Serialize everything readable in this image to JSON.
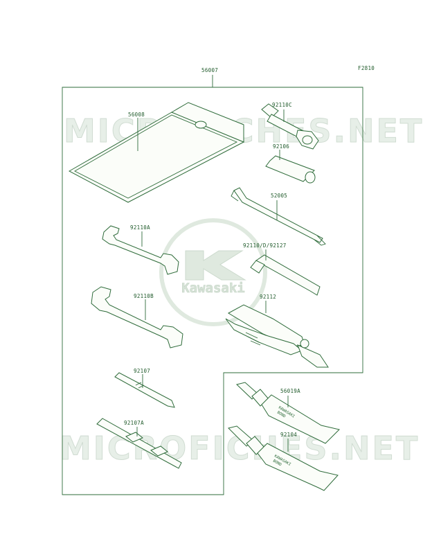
{
  "figure_code": "F2810",
  "assembly_label": "56007",
  "watermark_text": "MICROFICHES.NET",
  "logo_text": "Kawasaki",
  "tube_text_line1": "KAWASAKI",
  "tube_text_line2": "BOND",
  "parts": [
    {
      "number": "56008",
      "name": "tool-bag"
    },
    {
      "number": "92110C",
      "name": "box-wrench"
    },
    {
      "number": "92106",
      "name": "spark-plug-socket"
    },
    {
      "number": "52005",
      "name": "handle-bar"
    },
    {
      "number": "92110A",
      "name": "open-end-wrench-a"
    },
    {
      "number": "92110/D/92127",
      "name": "hex-wrench"
    },
    {
      "number": "92110B",
      "name": "open-end-wrench-b"
    },
    {
      "number": "92112",
      "name": "pliers"
    },
    {
      "number": "92107",
      "name": "screwdriver"
    },
    {
      "number": "56019A",
      "name": "bond-tube-a"
    },
    {
      "number": "92107A",
      "name": "screwdriver-grip"
    },
    {
      "number": "92104",
      "name": "bond-tube"
    }
  ],
  "colors": {
    "line": "#2e6b3a",
    "watermark": "#e7efe8",
    "logo": "#dfe9df"
  }
}
